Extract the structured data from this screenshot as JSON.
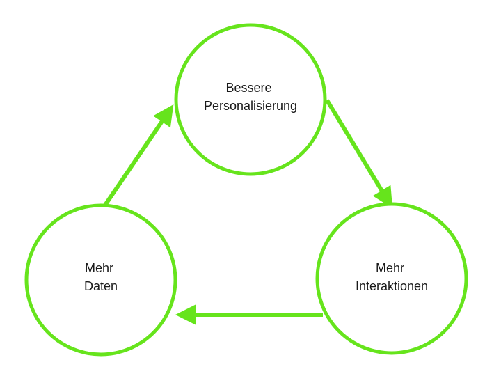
{
  "diagram": {
    "accent_color": "#66e41c",
    "nodes": [
      {
        "id": "personalisierung",
        "lines": [
          "Bessere",
          "Personalisierung"
        ]
      },
      {
        "id": "interaktionen",
        "lines": [
          "Mehr",
          "Interaktionen"
        ]
      },
      {
        "id": "daten",
        "lines": [
          "Mehr",
          "Daten"
        ]
      }
    ],
    "edges": [
      {
        "from": "personalisierung",
        "to": "interaktionen"
      },
      {
        "from": "interaktionen",
        "to": "daten"
      },
      {
        "from": "daten",
        "to": "personalisierung"
      }
    ]
  }
}
